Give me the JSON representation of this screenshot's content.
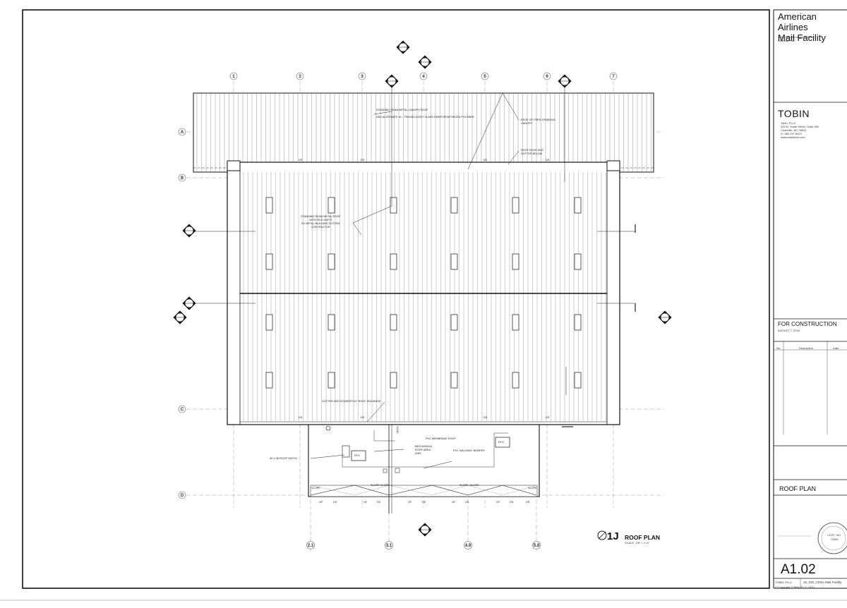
{
  "title_block": {
    "project_line1": "American Airlines",
    "project_line2": "Mail Facility",
    "address_line1": "5501 Josh Birmingham Pkwy",
    "address_line2": "Charlotte, NC",
    "firm_name": "TOBIN",
    "firm_info": [
      "Tobin, PLLC",
      "333 N. Trade Street, Suite 350",
      "Charlotte, NC 28202",
      "O: 980 237 6022",
      "www.tobinarch.com"
    ],
    "status": "FOR CONSTRUCTION",
    "status_date": "AUGUST 7, 2015",
    "revision_headers": {
      "no": "No.",
      "description": "Description",
      "date": "Date"
    },
    "sheet_title": "ROOF PLAN",
    "sheet_number": "A1.02",
    "firm_short": "TOBIN, PLLC",
    "project_number": "15_025_CDXA Mail Facility",
    "copyright": "© Copyright TOBIN PLLC 2016",
    "stamp_text": [
      "CERT. NO.",
      "72655"
    ]
  },
  "drawing": {
    "view_number": "1J",
    "view_title": "ROOF PLAN",
    "view_scale": "SCALE: 1/8\" = 1'-0\"",
    "column_grid": [
      "1",
      "2",
      "3",
      "4",
      "5",
      "6",
      "7"
    ],
    "column_grid_lower": [
      "2.1",
      "3.1",
      "4.9",
      "5.9"
    ],
    "row_grid": [
      "A",
      "B",
      "C",
      "D"
    ],
    "notes": {
      "canopy_roof": "STANDING SEAM METAL CANOPY ROOF",
      "canopy_alternate": "DED ALTERNATE #1 - TRANSLUCENT GLASS FIBER REINFORCED POLYMER",
      "canopy_edge": [
        "EDGE OF FREE-STANDING",
        "CANOPY"
      ],
      "roof_edge": [
        "ROOF EDGE AND",
        "GUTTER BELOW"
      ],
      "main_roof": [
        "STANDING SEAM METAL ROOF",
        "WITH SKYLIGHTS",
        "BY METAL BUILDING SYSTEM",
        "CONTRACTOR"
      ],
      "gutter": "GUTTER AND DOWNSPOUT ROOF DRAINAGE",
      "roof_hatch": "30 X 36 ROOF HATCH",
      "pvc_roof": "PVC MEMBRANE ROOF",
      "mech_area": [
        "MECHANICAL",
        "ROOF AREA",
        "(SEE"
      ],
      "walkway": "PVC WALKWAY BUMPER",
      "rtu": "RTU",
      "slope": "SLOPE",
      "downspout": "DS",
      "overflow": "OF",
      "vents": "VNTS"
    }
  }
}
